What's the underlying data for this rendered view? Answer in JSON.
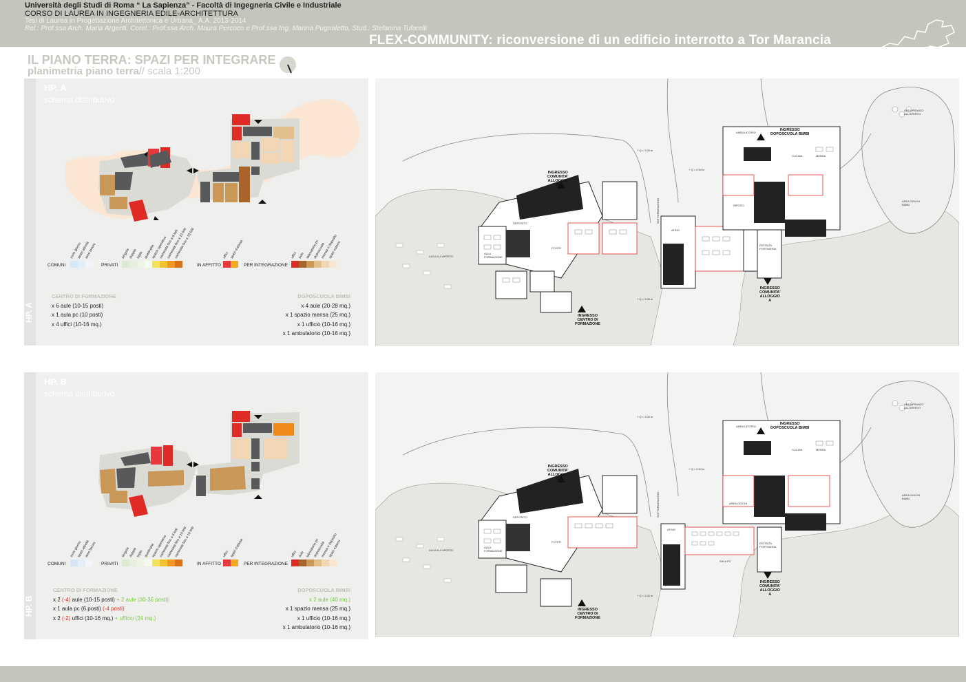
{
  "header": {
    "university": "Università degli Studi di Roma “ La Sapienza” - Facoltà di Ingegneria Civile e Industriale",
    "course": "CORSO DI LAUREA IN INGEGNERIA EDILE-ARCHITETTURA",
    "thesis": "Tesi di Laurea in Progettazione Architettonica e Urbana_ A.A. 2013-2014",
    "credits": "Rel.: Prof.ssa Arch. Maria Argenti, Corel.: Prof.ssa Arch. Maura Percoco e Prof.ssa Ing. Marina Pugnaletto, Stud.: Stefanina Tufarelli",
    "title": "FLEX-COMMUNITY: riconversione di un edificio interrotto a Tor Marancia"
  },
  "section": {
    "title": "IL PIANO TERRA: SPAZI PER INTEGRARE",
    "subtitle_bold": "planimetria piano terra",
    "subtitle_rest": "// scala 1:200"
  },
  "panel_a": {
    "label": "HP. A",
    "schema_label": "schema distributivo",
    "strip_label": "HP. A",
    "left_heading": "CENTRO DI FORMAZIONE",
    "left_items": [
      "x 6 aule (10-15 posti)",
      "x 1 aula pc (10 posti)",
      "x 4 uffici (10-16 mq.)"
    ],
    "right_heading": "DOPOSCUOLA BIMBI",
    "right_items": [
      "x 4 aule (20-28 mq.)",
      "x 1 spazio mensa (25 mq.)",
      "x 1 ufficio (10-16 mq.)",
      "x 1 ambulatorio (10-16 mq.)"
    ]
  },
  "panel_b": {
    "label": "HP. B",
    "schema_label": "schema distributivo",
    "strip_label": "HP. B",
    "left_heading": "CENTRO DI FORMAZIONE",
    "left_1": {
      "a": "x 2 ",
      "b": "(-4)",
      "c": " aule (10-15 posti) ",
      "d": "+ 2 aule (30-36 posti)"
    },
    "left_2": {
      "a": "x 1 aula pc (6 posti) ",
      "b": "(-4 posti)"
    },
    "left_3": {
      "a": "x 2 ",
      "b": "(-2)",
      "c": " uffici (10-16 mq.) ",
      "d": "+ ufficio (24 mq.)"
    },
    "right_heading": "DOPOSCUOLA BIMBI",
    "right_1": "x 2 aule (40 mq.)",
    "right_items": [
      "x 1 spazio mensa (25 mq.)",
      "x 1 ufficio (10-16 mq.)",
      "x 1 ambulatorio (10-16 mq.)"
    ]
  },
  "legend": {
    "comuni": "COMUNI",
    "privati": "PRIVATI",
    "affitto": "IN AFFITTO",
    "integrazione": "PER INTEGRAZIONE",
    "comuni_items": [
      "zone giorno",
      "spazi attività",
      "aree lavoro"
    ],
    "privati_items": [
      "singola",
      "doppia",
      "tripla",
      "quadrupla",
      "spazio operativo",
      "camerata fino a 6 letti",
      "camerata fino a 10 letti",
      "camerata fino a 16 letti"
    ],
    "affitto_items": [
      "uffici",
      "spazi d'attesa"
    ],
    "integrazione_items": [
      "uffici",
      "aule",
      "laboratorio pc",
      "doposcuola",
      "mensa e deposito",
      "spazi esterni"
    ],
    "colors": {
      "comuni": [
        "#d6e6f5",
        "#e4eef8",
        "#f2f6fb"
      ],
      "privati": [
        "#ddebd2",
        "#e6f0dc",
        "#eef5e6",
        "#f5f9ef",
        "#f2e45a",
        "#f2c233",
        "#ef9a1f",
        "#d9701a"
      ],
      "affitto": [
        "#e8383d",
        "#f5a623"
      ],
      "integrazione": [
        "#e02a26",
        "#a8642a",
        "#c99858",
        "#e3bf8c",
        "#f3d6b4",
        "#f8e6d2"
      ]
    }
  },
  "plan": {
    "ingresso_comunita_b": "INGRESSO\nCOMUNITA'\nALLOGGIO\nB",
    "ingresso_doposcuola": "INGRESSO\nDOPOSCUOLA BIMBI",
    "ingresso_comunita_a": "INGRESSO\nCOMUNITA'\nALLOGGIO\nA",
    "ingresso_formazione": "INGRESSO\nCENTRO DI\nFORMAZIONE",
    "aula_aperto": "AULA ALL'APERTO",
    "area_pranzo": "AREA PRANZO\nALL'APERTO",
    "area_giochi": "AREA GIOCHI\nBIMBI",
    "sottopassaggio": "SOTTOPASSAGGIO",
    "foyer": "FOYER",
    "quota_1": "+ Q = 3.00 m",
    "quota_2": "+ Q = 0.54 m",
    "quota_3": "+ Q = 3.00 m",
    "deposito": "DEPOSITO",
    "ambulatorio": "AMBULATORIO",
    "mensa": "MENSA",
    "cucina": "CUCINA",
    "atrio": "ATRIO",
    "entrata_portineria": "ENTRATA\nPORTINERIA",
    "aula_formazione": "AULA\nFORMAZIONE",
    "riposo": "RIPOSO",
    "sala_pc": "SALA PC",
    "area_giochi_in": "AREA GIOCHI"
  }
}
